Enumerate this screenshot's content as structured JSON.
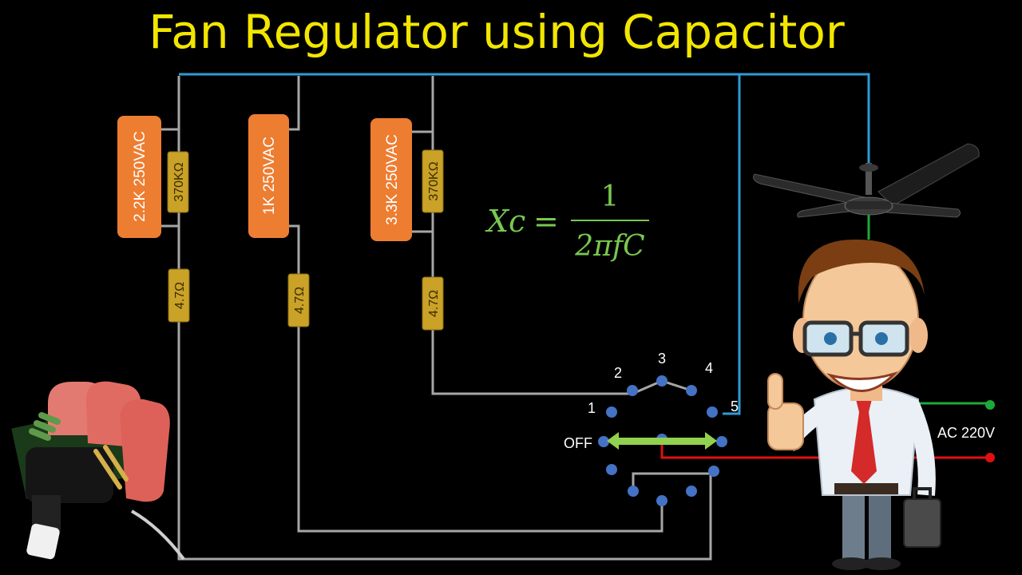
{
  "title": "Fan Regulator using Capacitor",
  "capacitors": [
    {
      "label": "2.2K 250VAC"
    },
    {
      "label": "1K 250VAC"
    },
    {
      "label": "3.3K 250VAC"
    }
  ],
  "bleeder_resistors": [
    {
      "label": "370KΩ"
    },
    {
      "label": "370KΩ"
    }
  ],
  "series_resistors": [
    {
      "label": "4.7Ω"
    },
    {
      "label": "4.7Ω"
    },
    {
      "label": "4.7Ω"
    }
  ],
  "switch": {
    "positions": [
      {
        "label": "1"
      },
      {
        "label": "2"
      },
      {
        "label": "3"
      },
      {
        "label": "4"
      },
      {
        "label": "5"
      }
    ],
    "off_label": "OFF"
  },
  "supply": {
    "label": "AC 220V"
  },
  "formula": {
    "lhs": "Xc",
    "equals": "=",
    "numerator": "1",
    "denominator": "2πfC"
  },
  "colors": {
    "title": "#f2e600",
    "wire_grey": "#a6a6a6",
    "wire_blue": "#2e9bd6",
    "wire_green": "#1fa83a",
    "wire_red": "#e01010",
    "capacitor": "#ed7d31",
    "resistor": "#c9a227",
    "switch_dot": "#4472c4",
    "wiper": "#92d050",
    "formula": "#78c850"
  },
  "icons": [
    "ceiling-fan-icon",
    "businessman-thumbs-up-icon",
    "rotary-regulator-photo-icon"
  ]
}
